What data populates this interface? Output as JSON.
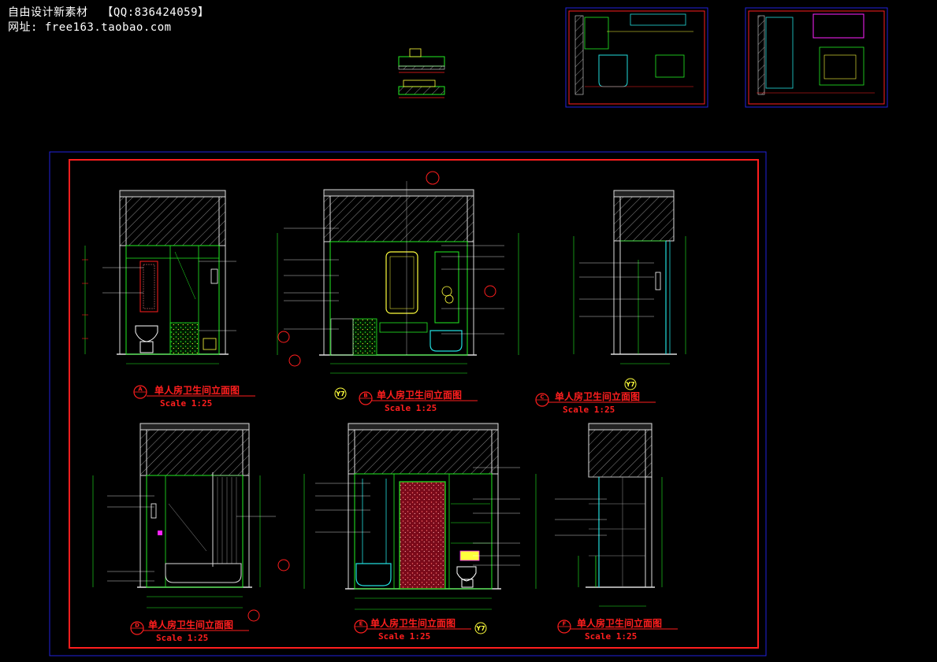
{
  "watermark": {
    "line1": "自由设计新素材  【QQ:836424059】",
    "line2": "网址: free163.taobao.com"
  },
  "colors": {
    "background": "#000000",
    "frame_blue": "#2222dd",
    "frame_red": "#ff1e1e",
    "wall_white": "#dddddd",
    "hatch": "#9a9a9a",
    "green": "#22ee22",
    "cyan": "#22dddd",
    "yellow": "#ffff3c",
    "magenta": "#ff22ff"
  },
  "elevations": [
    {
      "id": "A",
      "title": "单人房卫生间立面图",
      "scale": "Scale 1:25",
      "tag": ""
    },
    {
      "id": "B",
      "title": "单人房卫生间立面图",
      "scale": "Scale 1:25",
      "tag": "Y7"
    },
    {
      "id": "C",
      "title": "单人房卫生间立面图",
      "scale": "Scale 1:25",
      "tag": "Y7"
    },
    {
      "id": "D",
      "title": "单人房卫生间立面图",
      "scale": "Scale 1:25",
      "tag": ""
    },
    {
      "id": "E",
      "title": "单人房卫生间立面图",
      "scale": "Scale 1:25",
      "tag": "Y7"
    },
    {
      "id": "F",
      "title": "单人房卫生间立面图",
      "scale": "Scale 1:25",
      "tag": ""
    }
  ],
  "icons": {
    "section_bubble": "section-marker-icon",
    "ceiling_hatch": "hatch-pattern-icon",
    "toilet": "toilet-icon",
    "bathtub": "bathtub-icon"
  }
}
